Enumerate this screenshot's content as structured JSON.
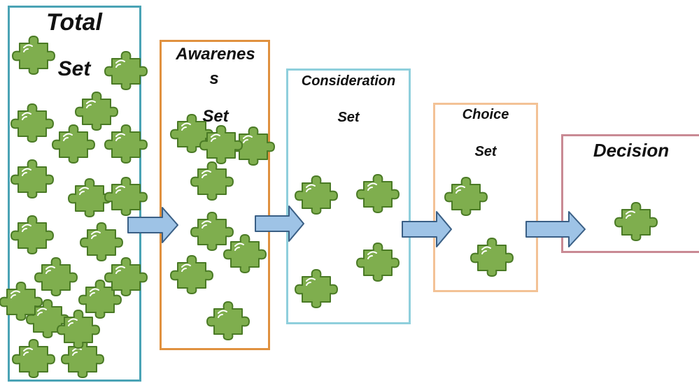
{
  "stages": [
    {
      "id": "total",
      "label_lines": [
        "Total",
        "Set"
      ],
      "border_color": "#4aa3b5",
      "piece_count": 19
    },
    {
      "id": "awareness",
      "label_lines": [
        "Awarenes",
        "s",
        "Set"
      ],
      "border_color": "#e0913f",
      "piece_count": 8
    },
    {
      "id": "consideration",
      "label_lines": [
        "Consideration",
        "Set"
      ],
      "border_color": "#8fcfdc",
      "piece_count": 4
    },
    {
      "id": "choice",
      "label_lines": [
        "Choice",
        "Set"
      ],
      "border_color": "#f3c296",
      "piece_count": 2
    },
    {
      "id": "decision",
      "label_lines": [
        "Decision"
      ],
      "border_color": "#c98a94",
      "piece_count": 1
    }
  ],
  "colors": {
    "piece_fill": "#7fae4e",
    "piece_stroke": "#4a7a25",
    "piece_highlight": "#ffffff",
    "arrow_fill": "#9ec3e6",
    "arrow_stroke": "#3a5f85"
  },
  "icons": {
    "piece": "puzzle-piece-icon",
    "arrow": "right-arrow-icon"
  }
}
